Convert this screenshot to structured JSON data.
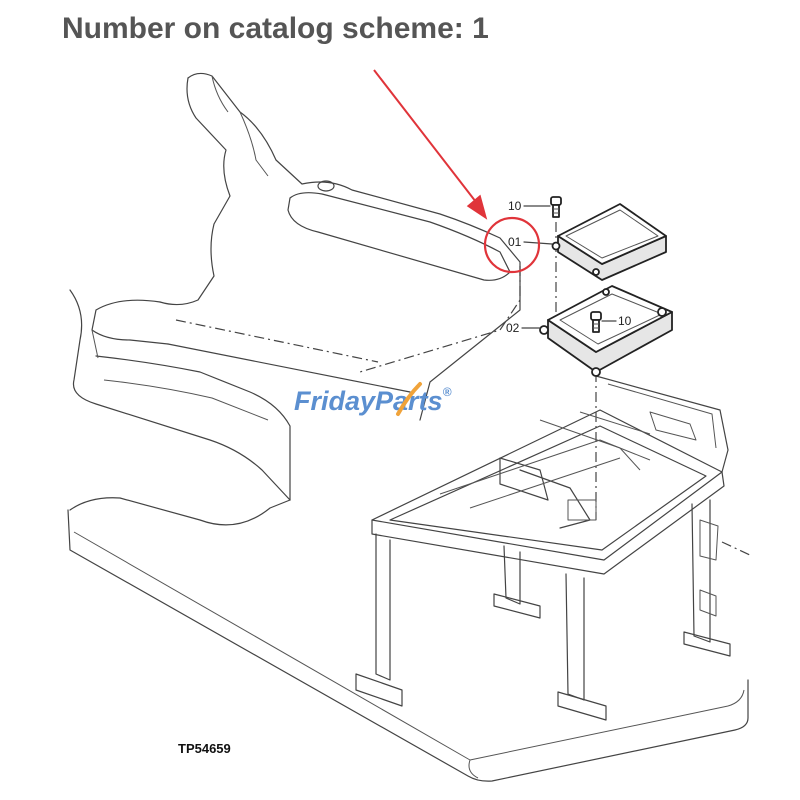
{
  "heading": "Number on catalog scheme: 1",
  "callouts": {
    "bolt_top": "10",
    "item_1": "01",
    "item_2": "02",
    "bolt_lower": "10"
  },
  "drawing_code": "TP54659",
  "watermark": {
    "word_1": "Friday",
    "word_2": "Parts",
    "mark": "®"
  },
  "colors": {
    "highlight": "#e0343a",
    "watermark_blue": "#5b8fd0",
    "watermark_orange": "#f0a33a",
    "heading": "#555555"
  }
}
